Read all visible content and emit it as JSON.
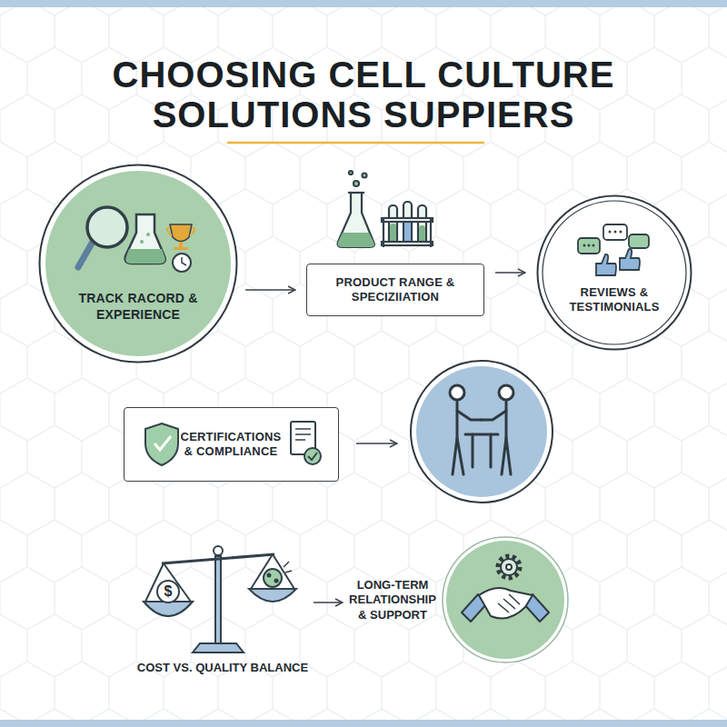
{
  "diagram": {
    "title": "CHOOSING CELL CULTURE SOLUTIONS SUPPIERS",
    "nodes": [
      {
        "text": [
          "TRACK RACORD & EXPERIENCE"
        ]
      },
      {
        "text": [
          "PRODUCT RANGE & SPECIZIIATION"
        ]
      },
      {
        "text": [
          "REVIEWS & TESTIMONIALS"
        ]
      },
      {
        "text": [
          "CERTIFICATIONS & COMPLIANCE"
        ]
      }
    ],
    "edges": [
      {
        "from": 0,
        "to": 1,
        "arrow": "to"
      },
      {
        "from": 1,
        "to": 2,
        "arrow": "to"
      }
    ],
    "labels": [
      "$",
      "COST VS. QUALITY BALANCE",
      "LONG-TERM RELATIONSHIP & SUPPORT"
    ]
  }
}
